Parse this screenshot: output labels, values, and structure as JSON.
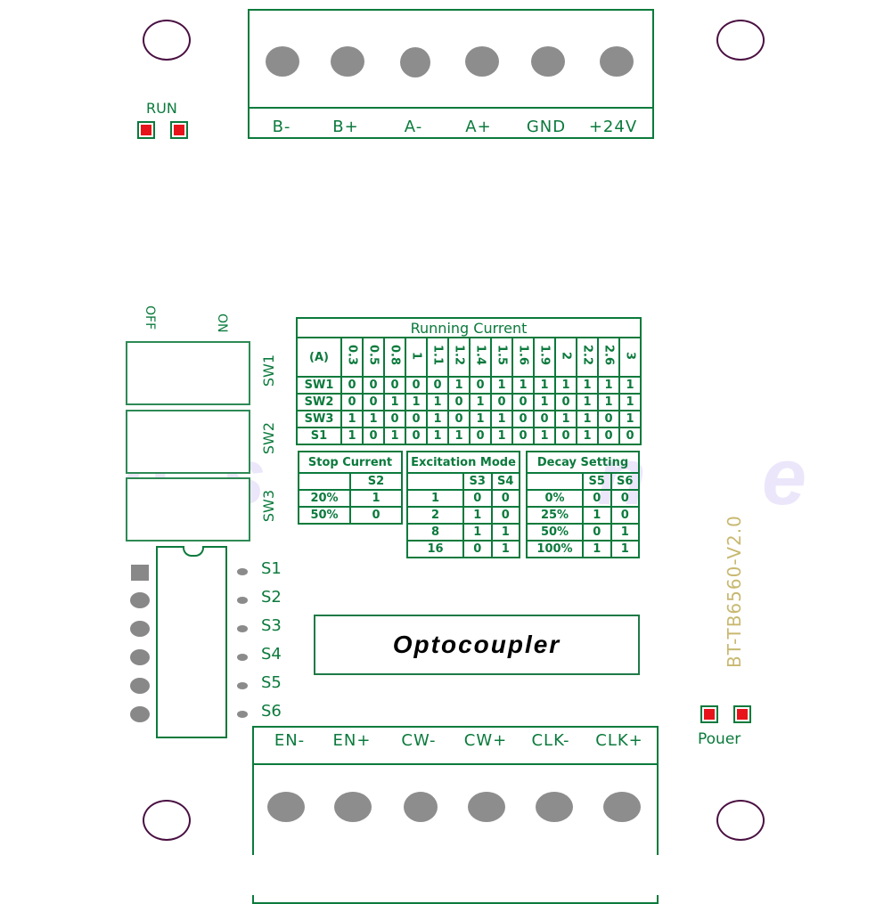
{
  "watermark": [
    "e",
    "s",
    "n",
    "e"
  ],
  "top_terminal": {
    "labels": [
      "B-",
      "B+",
      "A-",
      "A+",
      "GND",
      "+24V"
    ]
  },
  "bottom_terminal": {
    "labels": [
      "EN-",
      "EN+",
      "CW-",
      "CW+",
      "CLK-",
      "CLK+"
    ]
  },
  "leds": {
    "run_label": "RUN",
    "power_label": "Pouer"
  },
  "dip_switch": {
    "off_label": "OFF",
    "on_label": "ON",
    "switches": [
      "SW1",
      "SW2",
      "SW3"
    ]
  },
  "ic_pins": [
    "S1",
    "S2",
    "S3",
    "S4",
    "S5",
    "S6"
  ],
  "optocoupler_label": "Optocoupler",
  "board_id": "BT-TB6560-V2.0",
  "running_current": {
    "title": "Running Current",
    "unit_label": "(A)",
    "currents": [
      "0.3",
      "0.5",
      "0.8",
      "1",
      "1.1",
      "1.2",
      "1.4",
      "1.5",
      "1.6",
      "1.9",
      "2",
      "2.2",
      "2.6",
      "3"
    ],
    "rows": [
      {
        "name": "SW1",
        "values": [
          "0",
          "0",
          "0",
          "0",
          "0",
          "1",
          "0",
          "1",
          "1",
          "1",
          "1",
          "1",
          "1",
          "1"
        ]
      },
      {
        "name": "SW2",
        "values": [
          "0",
          "0",
          "1",
          "1",
          "1",
          "0",
          "1",
          "0",
          "0",
          "1",
          "0",
          "1",
          "1",
          "1"
        ]
      },
      {
        "name": "SW3",
        "values": [
          "1",
          "1",
          "0",
          "0",
          "1",
          "0",
          "1",
          "1",
          "0",
          "0",
          "1",
          "1",
          "0",
          "1"
        ]
      },
      {
        "name": "S1",
        "values": [
          "1",
          "0",
          "1",
          "0",
          "1",
          "1",
          "0",
          "1",
          "0",
          "1",
          "0",
          "1",
          "0",
          "0"
        ]
      }
    ]
  },
  "stop_current": {
    "title": "Stop Current",
    "header": [
      "",
      "S2"
    ],
    "rows": [
      [
        "20%",
        "1"
      ],
      [
        "50%",
        "0"
      ]
    ]
  },
  "excitation_mode": {
    "title": "Excitation Mode",
    "header": [
      "",
      "S3",
      "S4"
    ],
    "rows": [
      [
        "1",
        "0",
        "0"
      ],
      [
        "2",
        "1",
        "0"
      ],
      [
        "8",
        "1",
        "1"
      ],
      [
        "16",
        "0",
        "1"
      ]
    ]
  },
  "decay_setting": {
    "title": "Decay Setting",
    "header": [
      "",
      "S5",
      "S6"
    ],
    "rows": [
      [
        "0%",
        "0",
        "0"
      ],
      [
        "25%",
        "1",
        "0"
      ],
      [
        "50%",
        "0",
        "1"
      ],
      [
        "100%",
        "1",
        "1"
      ]
    ]
  },
  "colors": {
    "silkscreen": "#0b7a3c",
    "led": "#e8141b",
    "pad": "#8d8d8d",
    "hole": "#4a1042",
    "board_id": "#c8b870",
    "watermark": "#ece6fb"
  }
}
